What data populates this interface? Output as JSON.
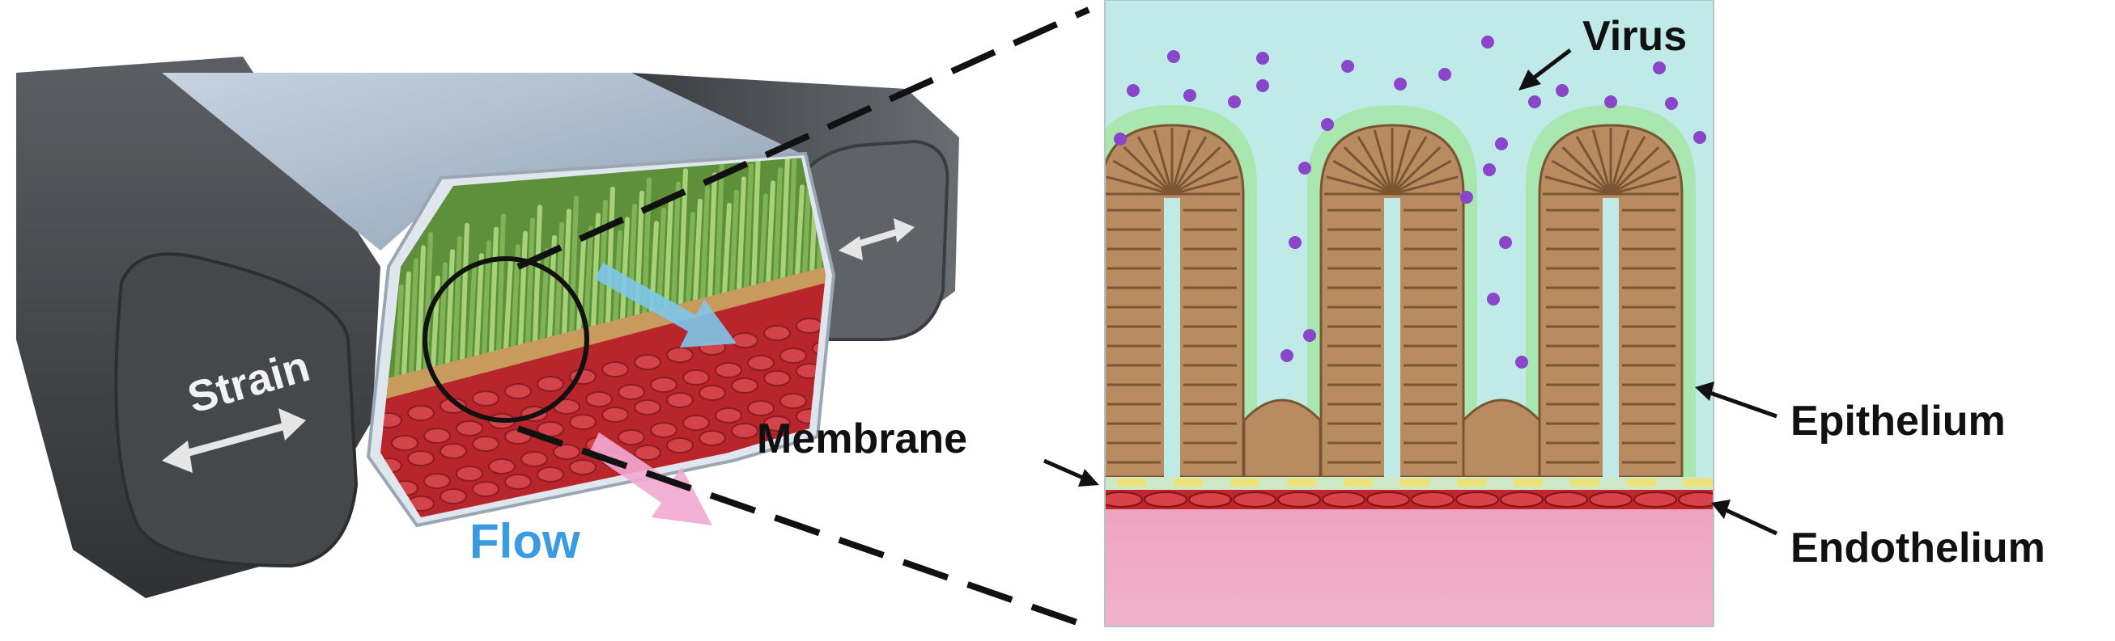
{
  "labels": {
    "strain": "Strain",
    "flow": "Flow",
    "membrane": "Membrane",
    "virus": "Virus",
    "epithelium": "Epithelium",
    "endothelium": "Endothelium"
  },
  "colors": {
    "chamber_body": "#4a4d50",
    "chamber_top": "#aab8c8",
    "epithelium_villi": "#9cc96a",
    "epithelium_base": "#c89a5c",
    "endothelium_red": "#c0272d",
    "strain_arrow": "#e8e8e8",
    "flow_arrow_blue": "#7ec7ea",
    "flow_arrow_pink": "#f2a9d0",
    "flow_text": "#3a9be0",
    "lumen_fluid": "#bfeae8",
    "mucus_layer": "#a9e7b0",
    "villus_cells": "#b88b60",
    "membrane_yellow": "#ece27a",
    "vascular_channel": "#eeafc6",
    "virus_particles": "#8a46c9",
    "label_text": "#111111"
  }
}
